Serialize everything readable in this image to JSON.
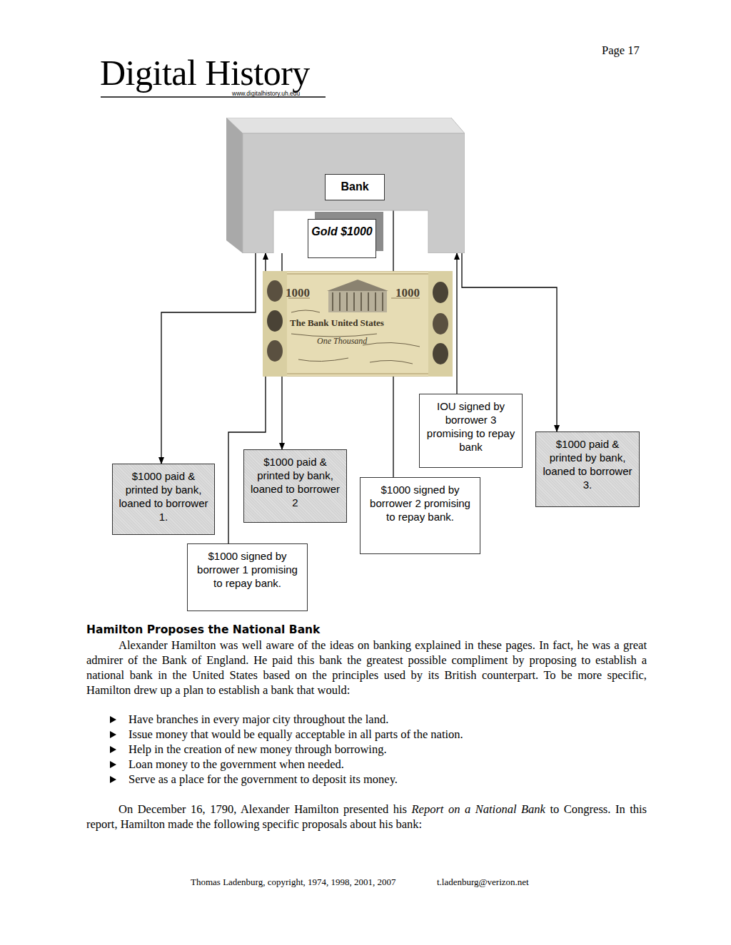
{
  "diagram": {
    "nodes": [
      {
        "text": [
          "Bank"
        ]
      },
      {
        "text": [
          "Gold $1000"
        ],
        "in": 0
      },
      {
        "text": [
          "IOU signed by borrower 3 promising to repay bank"
        ]
      },
      {
        "text": [
          "$1000 paid & printed by bank, loaned to borrower 3."
        ]
      },
      {
        "text": [
          "$1000 paid & printed by bank, loaned to borrower 2"
        ]
      },
      {
        "text": [
          "$1000 paid & printed by bank, loaned to borrower 1."
        ]
      },
      {
        "text": [
          "$1000 signed by borrower 2 promising to repay bank."
        ]
      },
      {
        "text": [
          "$1000 signed by borrower 1 promising to repay bank."
        ]
      }
    ],
    "edges": [
      {
        "from": 0,
        "to": 5,
        "arrow": "to"
      },
      {
        "from": 0,
        "to": 4,
        "arrow": "to"
      },
      {
        "from": 0,
        "to": 3,
        "arrow": "to"
      },
      {
        "from": 7,
        "to": 0,
        "arrow": "to"
      },
      {
        "from": 6,
        "to": 0,
        "arrow": "to"
      },
      {
        "from": 2,
        "to": 0,
        "arrow": "to"
      }
    ],
    "labels": [
      "Page 17",
      "Digital History",
      "www.digitalhistory.uh.edu",
      "1000",
      "1000",
      "The Bank United States",
      "One Thousand",
      "Hamilton Proposes the National Bank",
      "Alexander Hamilton was well aware of the ideas on banking explained in these pages. In fact, he was a great admirer of the Bank of England. He paid this bank the greatest possible compliment by proposing to establish a national bank in the United States based on the principles used by its British counterpart. To be more specific, Hamilton drew up a plan to establish a bank that would:",
      "Have branches in every major city throughout the land.",
      "Issue money that would be equally acceptable in all parts of the nation.",
      "Help in the creation of new money through borrowing.",
      "Loan money to the government when needed.",
      "Serve as a place for the government to deposit its money.",
      "On December 16, 1790, Alexander Hamilton presented his",
      "Report on a National Bank",
      "to Congress. In this report, Hamilton made the following specific proposals about his bank:",
      "Thomas Ladenburg, copyright, 1974, 1998, 2001, 2007",
      "t.ladenburg@verizon.net"
    ]
  }
}
